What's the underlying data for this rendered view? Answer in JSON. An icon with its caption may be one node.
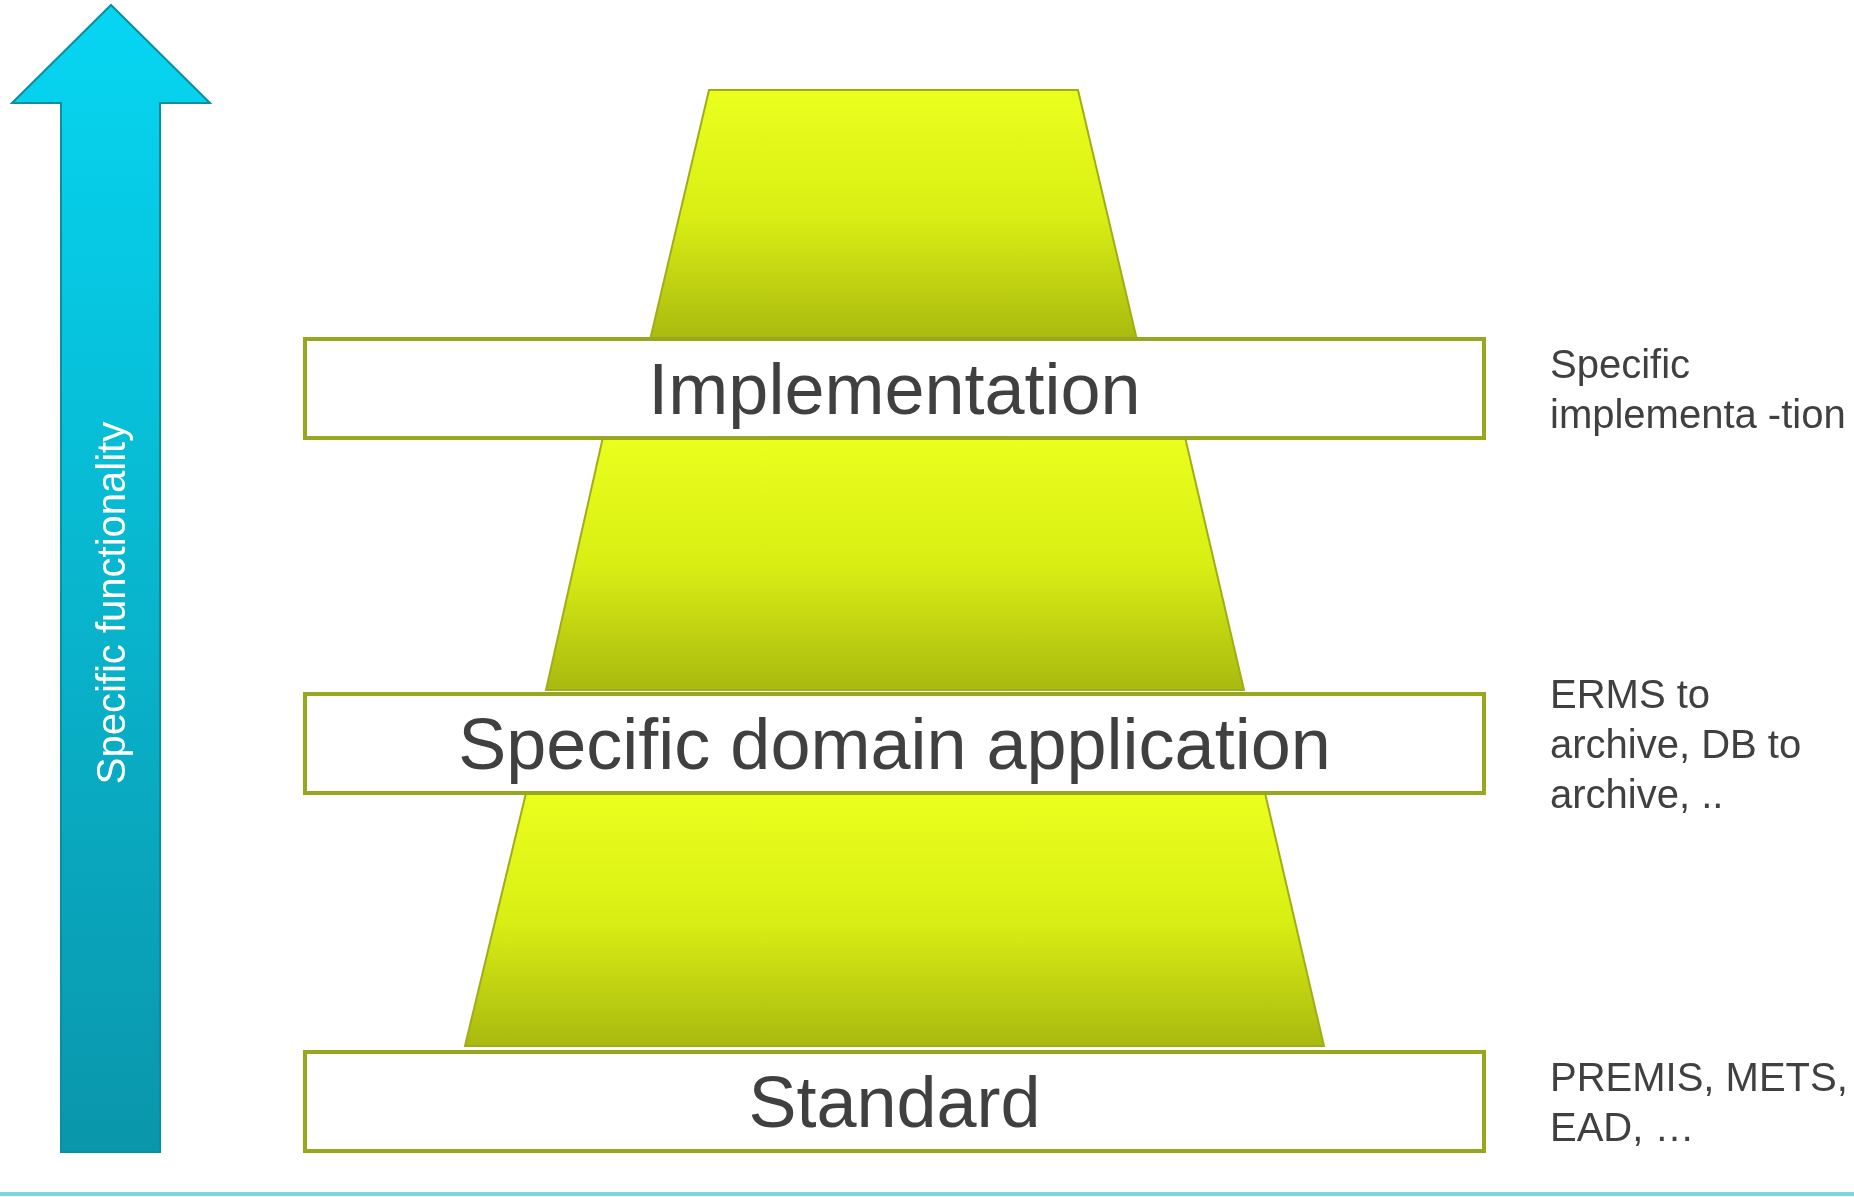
{
  "diagram": {
    "nodes": [
      {
        "text": [
          "Implementation"
        ],
        "beside": [
          "Specific implementa -tion"
        ]
      },
      {
        "text": [
          "Specific domain application"
        ],
        "beside": [
          "ERMS to archive, DB to archive, .."
        ]
      },
      {
        "text": [
          "Standard"
        ],
        "beside": [
          "PREMIS, METS, EAD, …"
        ]
      }
    ],
    "labels": [
      "Specific functionality"
    ]
  }
}
